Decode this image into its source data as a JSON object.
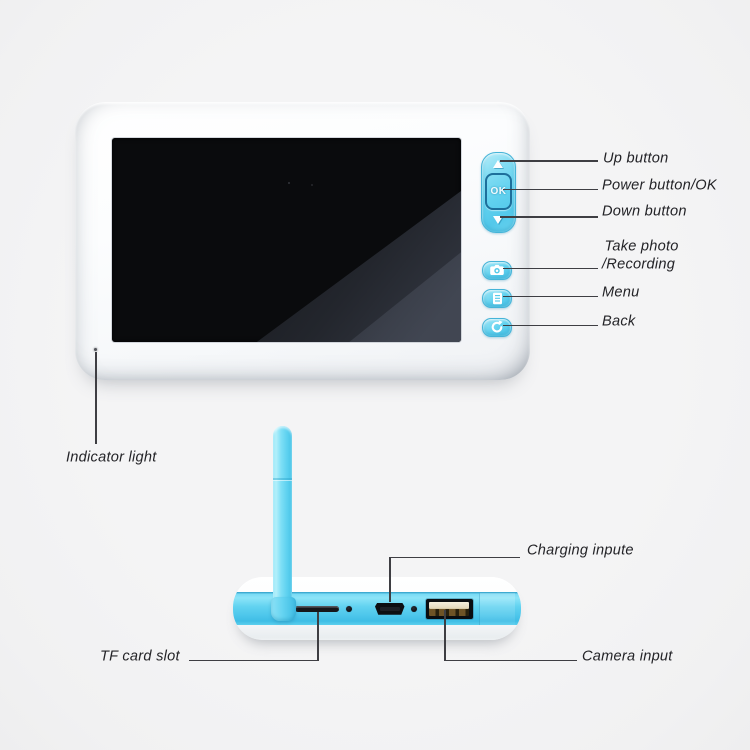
{
  "page": {
    "background_color": "#f2f2f3",
    "accent_blue": "#55cbec",
    "line_color": "#3e3e43",
    "text_color": "#232327"
  },
  "monitor": {
    "name": "wireless monitor front view",
    "body_color": "#fafbfc",
    "screen_color": "#0a0b0d",
    "ok_button_label": "OK"
  },
  "base_unit": {
    "name": "monitor bottom edge view with antenna",
    "blue_color": "#4cc6eb",
    "usb_contact_color": "#83622c"
  },
  "icons": {
    "up": "up-triangle-icon",
    "down": "down-triangle-icon",
    "take_photo": "camera-icon",
    "menu": "menu-list-icon",
    "back": "back-circular-arrow-icon"
  },
  "callouts": {
    "up": "Up button",
    "power": "Power button/OK",
    "down": "Down button",
    "take_photo_line1": "Take photo",
    "take_photo_line2": "/Recording",
    "menu": "Menu",
    "back": "Back",
    "indicator": "Indicator light",
    "charging": "Charging inpute",
    "tf_card": "TF card slot",
    "camera": "Camera input"
  }
}
